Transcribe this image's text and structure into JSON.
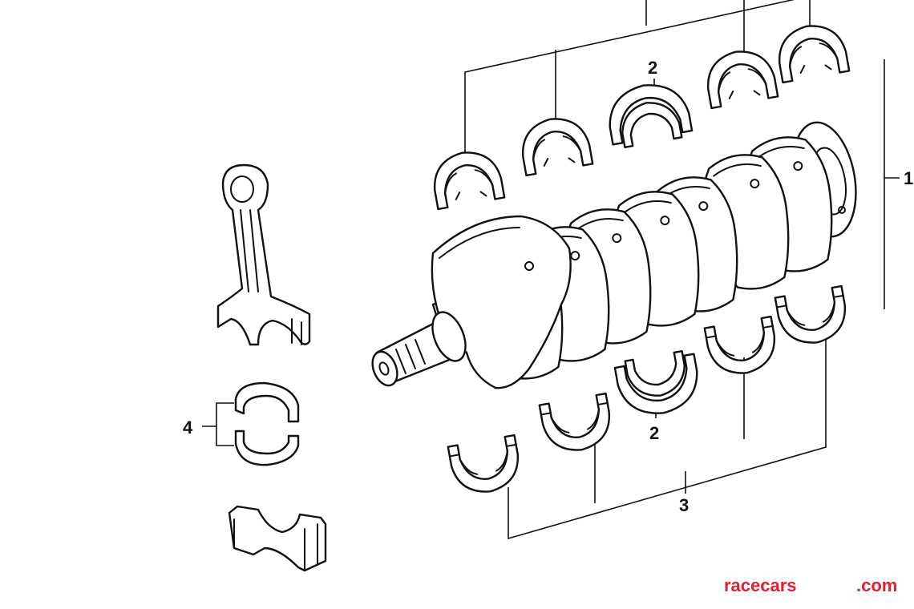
{
  "callouts": {
    "main_bearing_shells": "1",
    "thrust_bearing_upper": "2",
    "thrust_bearing_lower": "2",
    "lower_bearing_shells": "3",
    "rod_bearing_set": "4"
  },
  "watermark": {
    "left_text": "racecars",
    "right_text": ".com",
    "color": "#e41e2b"
  },
  "colors": {
    "line": "#111111",
    "background": "#ffffff"
  }
}
